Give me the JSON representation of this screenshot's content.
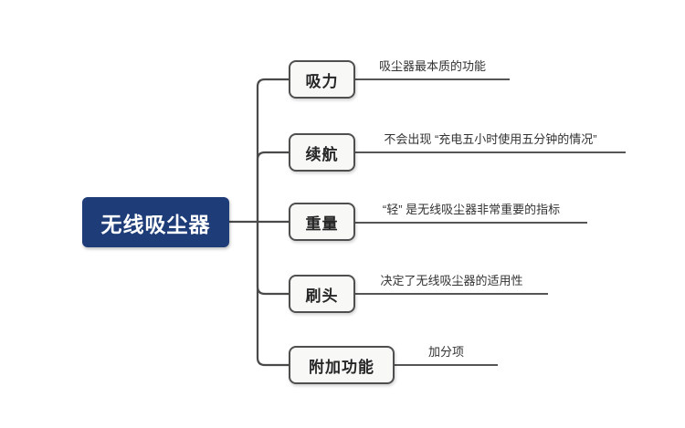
{
  "diagram": {
    "type": "mindmap",
    "root": {
      "label": "无线吸尘器"
    },
    "branches": [
      {
        "label": "吸力",
        "note": "吸尘器最本质的功能"
      },
      {
        "label": "续航",
        "note": "不会出现 “充电五小时使用五分钟的情况”"
      },
      {
        "label": "重量",
        "note": "“轻” 是无线吸尘器非常重要的指标"
      },
      {
        "label": "刷头",
        "note": "决定了无线吸尘器的适用性"
      },
      {
        "label": "附加功能",
        "note": "加分项"
      }
    ]
  },
  "colors": {
    "root_fill": "#1e3c78",
    "root_text": "#ffffff",
    "branch_fill": "#f8f8f6",
    "branch_border": "#4f4f4f",
    "branch_text": "#262626",
    "connector": "#4a4a4a",
    "note_line": "#555555",
    "note_text": "#333333",
    "background": "#ffffff"
  }
}
